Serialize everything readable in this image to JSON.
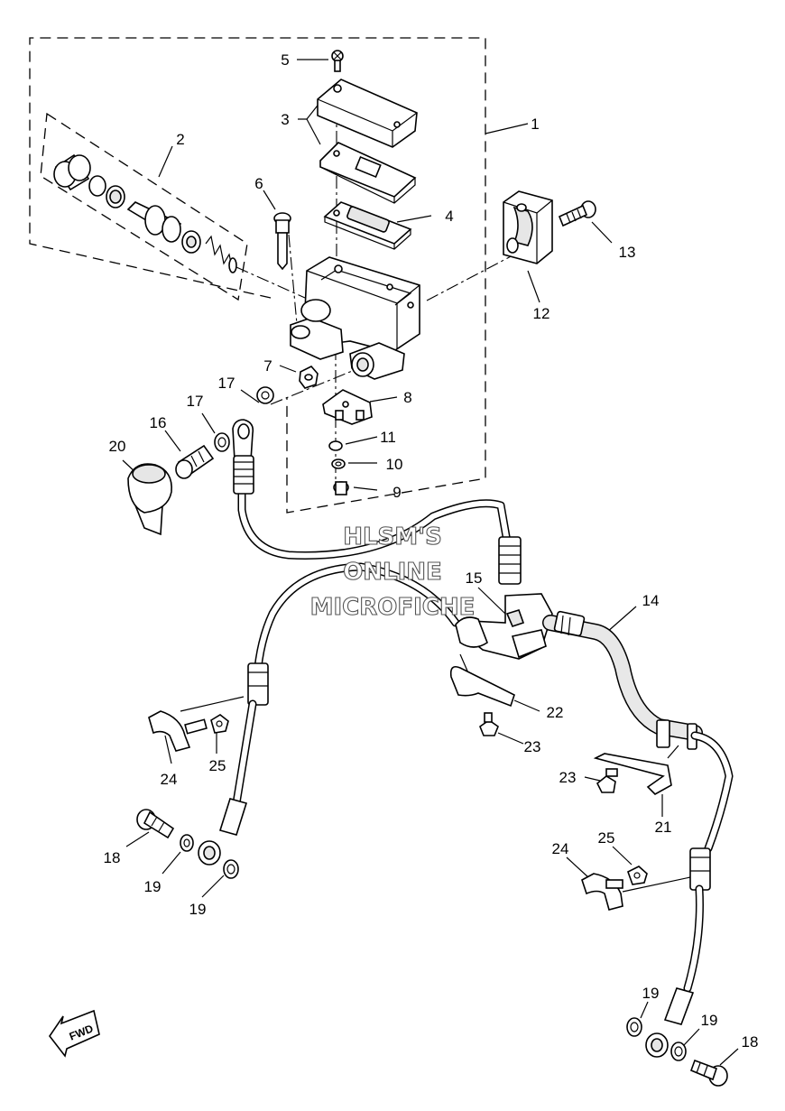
{
  "callouts": {
    "c1": "1",
    "c2": "2",
    "c3": "3",
    "c4": "4",
    "c5": "5",
    "c6": "6",
    "c7": "7",
    "c8": "8",
    "c9": "9",
    "c10": "10",
    "c11": "11",
    "c12": "12",
    "c13": "13",
    "c14": "14",
    "c15": "15",
    "c16": "16",
    "c17a": "17",
    "c17b": "17",
    "c18a": "18",
    "c18b": "18",
    "c19a": "19",
    "c19b": "19",
    "c19c": "19",
    "c19d": "19",
    "c20": "20",
    "c21": "21",
    "c22": "22",
    "c23a": "23",
    "c23b": "23",
    "c24a": "24",
    "c24b": "24",
    "c25a": "25",
    "c25b": "25"
  },
  "watermark": {
    "line1": "HLSM'S",
    "line2": "ONLINE",
    "line3": "MICROFICHE"
  },
  "fwd_label": "FWD"
}
